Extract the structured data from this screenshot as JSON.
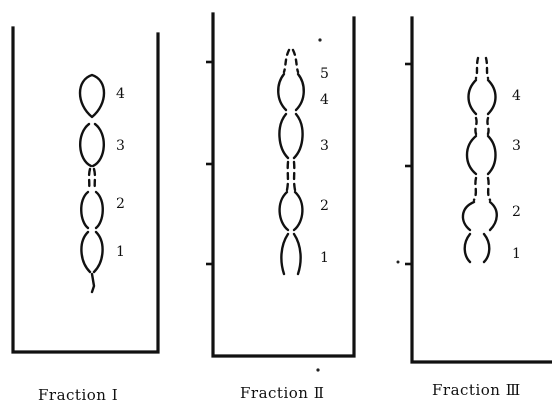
{
  "panels": [
    {
      "caption": "Fraction I",
      "bands": [
        {
          "label": "4"
        },
        {
          "label": "3"
        },
        {
          "label": "2"
        },
        {
          "label": "1"
        }
      ]
    },
    {
      "caption": "Fraction Ⅱ",
      "bands": [
        {
          "label": "5"
        },
        {
          "label": "4"
        },
        {
          "label": "3"
        },
        {
          "label": "2"
        },
        {
          "label": "1"
        }
      ]
    },
    {
      "caption": "Fraction Ⅲ",
      "bands": [
        {
          "label": "4"
        },
        {
          "label": "3"
        },
        {
          "label": "2"
        },
        {
          "label": "1"
        }
      ]
    }
  ],
  "colors": {
    "ink": "#111111",
    "background": "#ffffff"
  }
}
